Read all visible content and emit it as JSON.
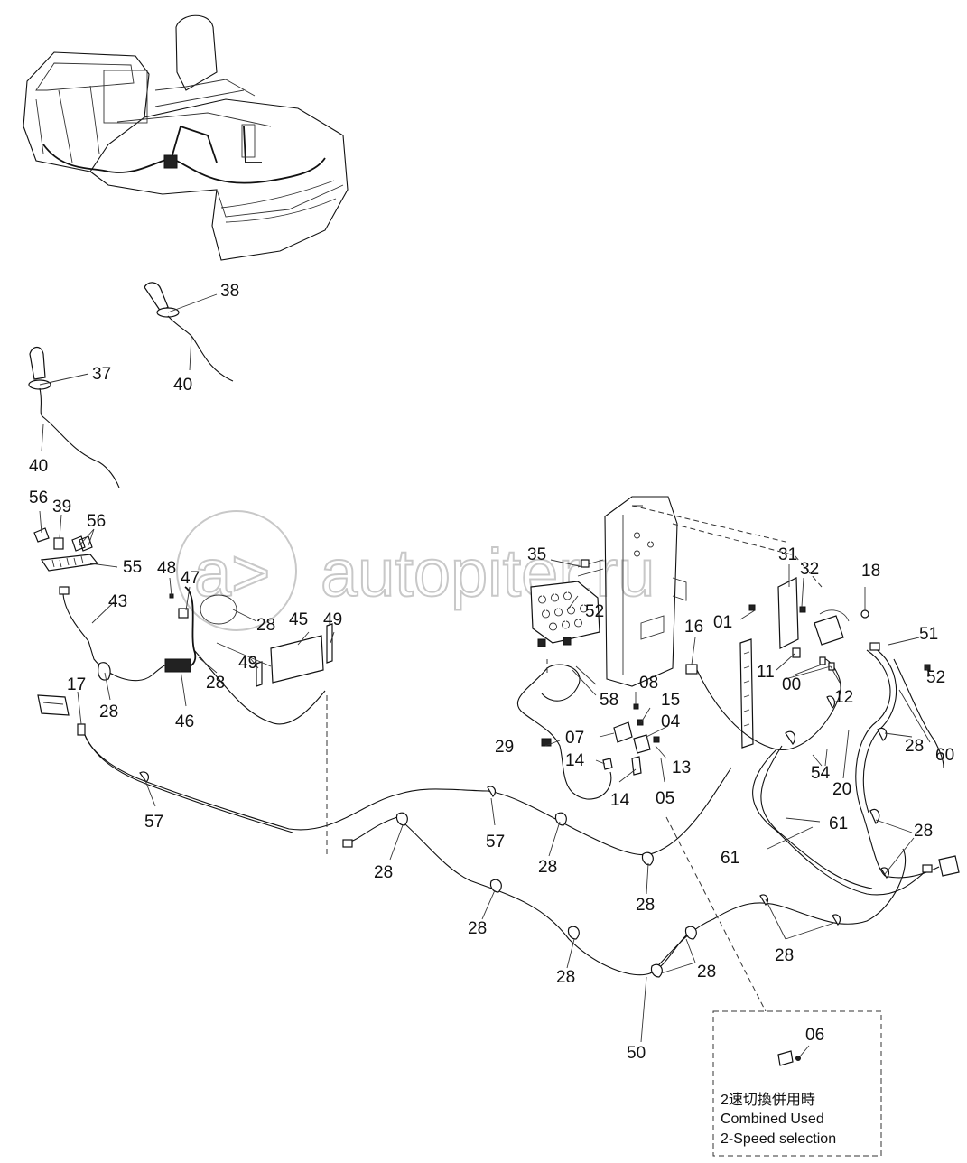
{
  "watermark": "autopiter.ru",
  "labels": {
    "l38": "38",
    "l40a": "40",
    "l37": "37",
    "l40b": "40",
    "l56a": "56",
    "l39": "39",
    "l56b": "56",
    "l55": "55",
    "l48": "48",
    "l47": "47",
    "l43": "43",
    "l28a": "28",
    "l45": "45",
    "l49a": "49",
    "l49b": "49",
    "l28b": "28",
    "l17": "17",
    "l28c": "28",
    "l46": "46",
    "l57a": "57",
    "l35": "35",
    "l52a": "52",
    "l31": "31",
    "l32": "32",
    "l18": "18",
    "l16": "16",
    "l01": "01",
    "l51": "51",
    "l11": "11",
    "l00": "00",
    "l12": "12",
    "l52b": "52",
    "l08": "08",
    "l15": "15",
    "l04": "04",
    "l58": "58",
    "l07": "07",
    "l29": "29",
    "l14a": "14",
    "l13": "13",
    "l14b": "14",
    "l05": "05",
    "l28d": "28",
    "l60": "60",
    "l54": "54",
    "l20": "20",
    "l61a": "61",
    "l61b": "61",
    "l28e": "28",
    "l57b": "57",
    "l28f": "28",
    "l28g": "28",
    "l28h": "28",
    "l28i": "28",
    "l28j": "28",
    "l28k": "28",
    "l28l": "28",
    "l50": "50"
  },
  "inset": {
    "part_number": "06",
    "line1": "2速切換併用時",
    "line2": "Combined Used",
    "line3": "2-Speed selection"
  }
}
